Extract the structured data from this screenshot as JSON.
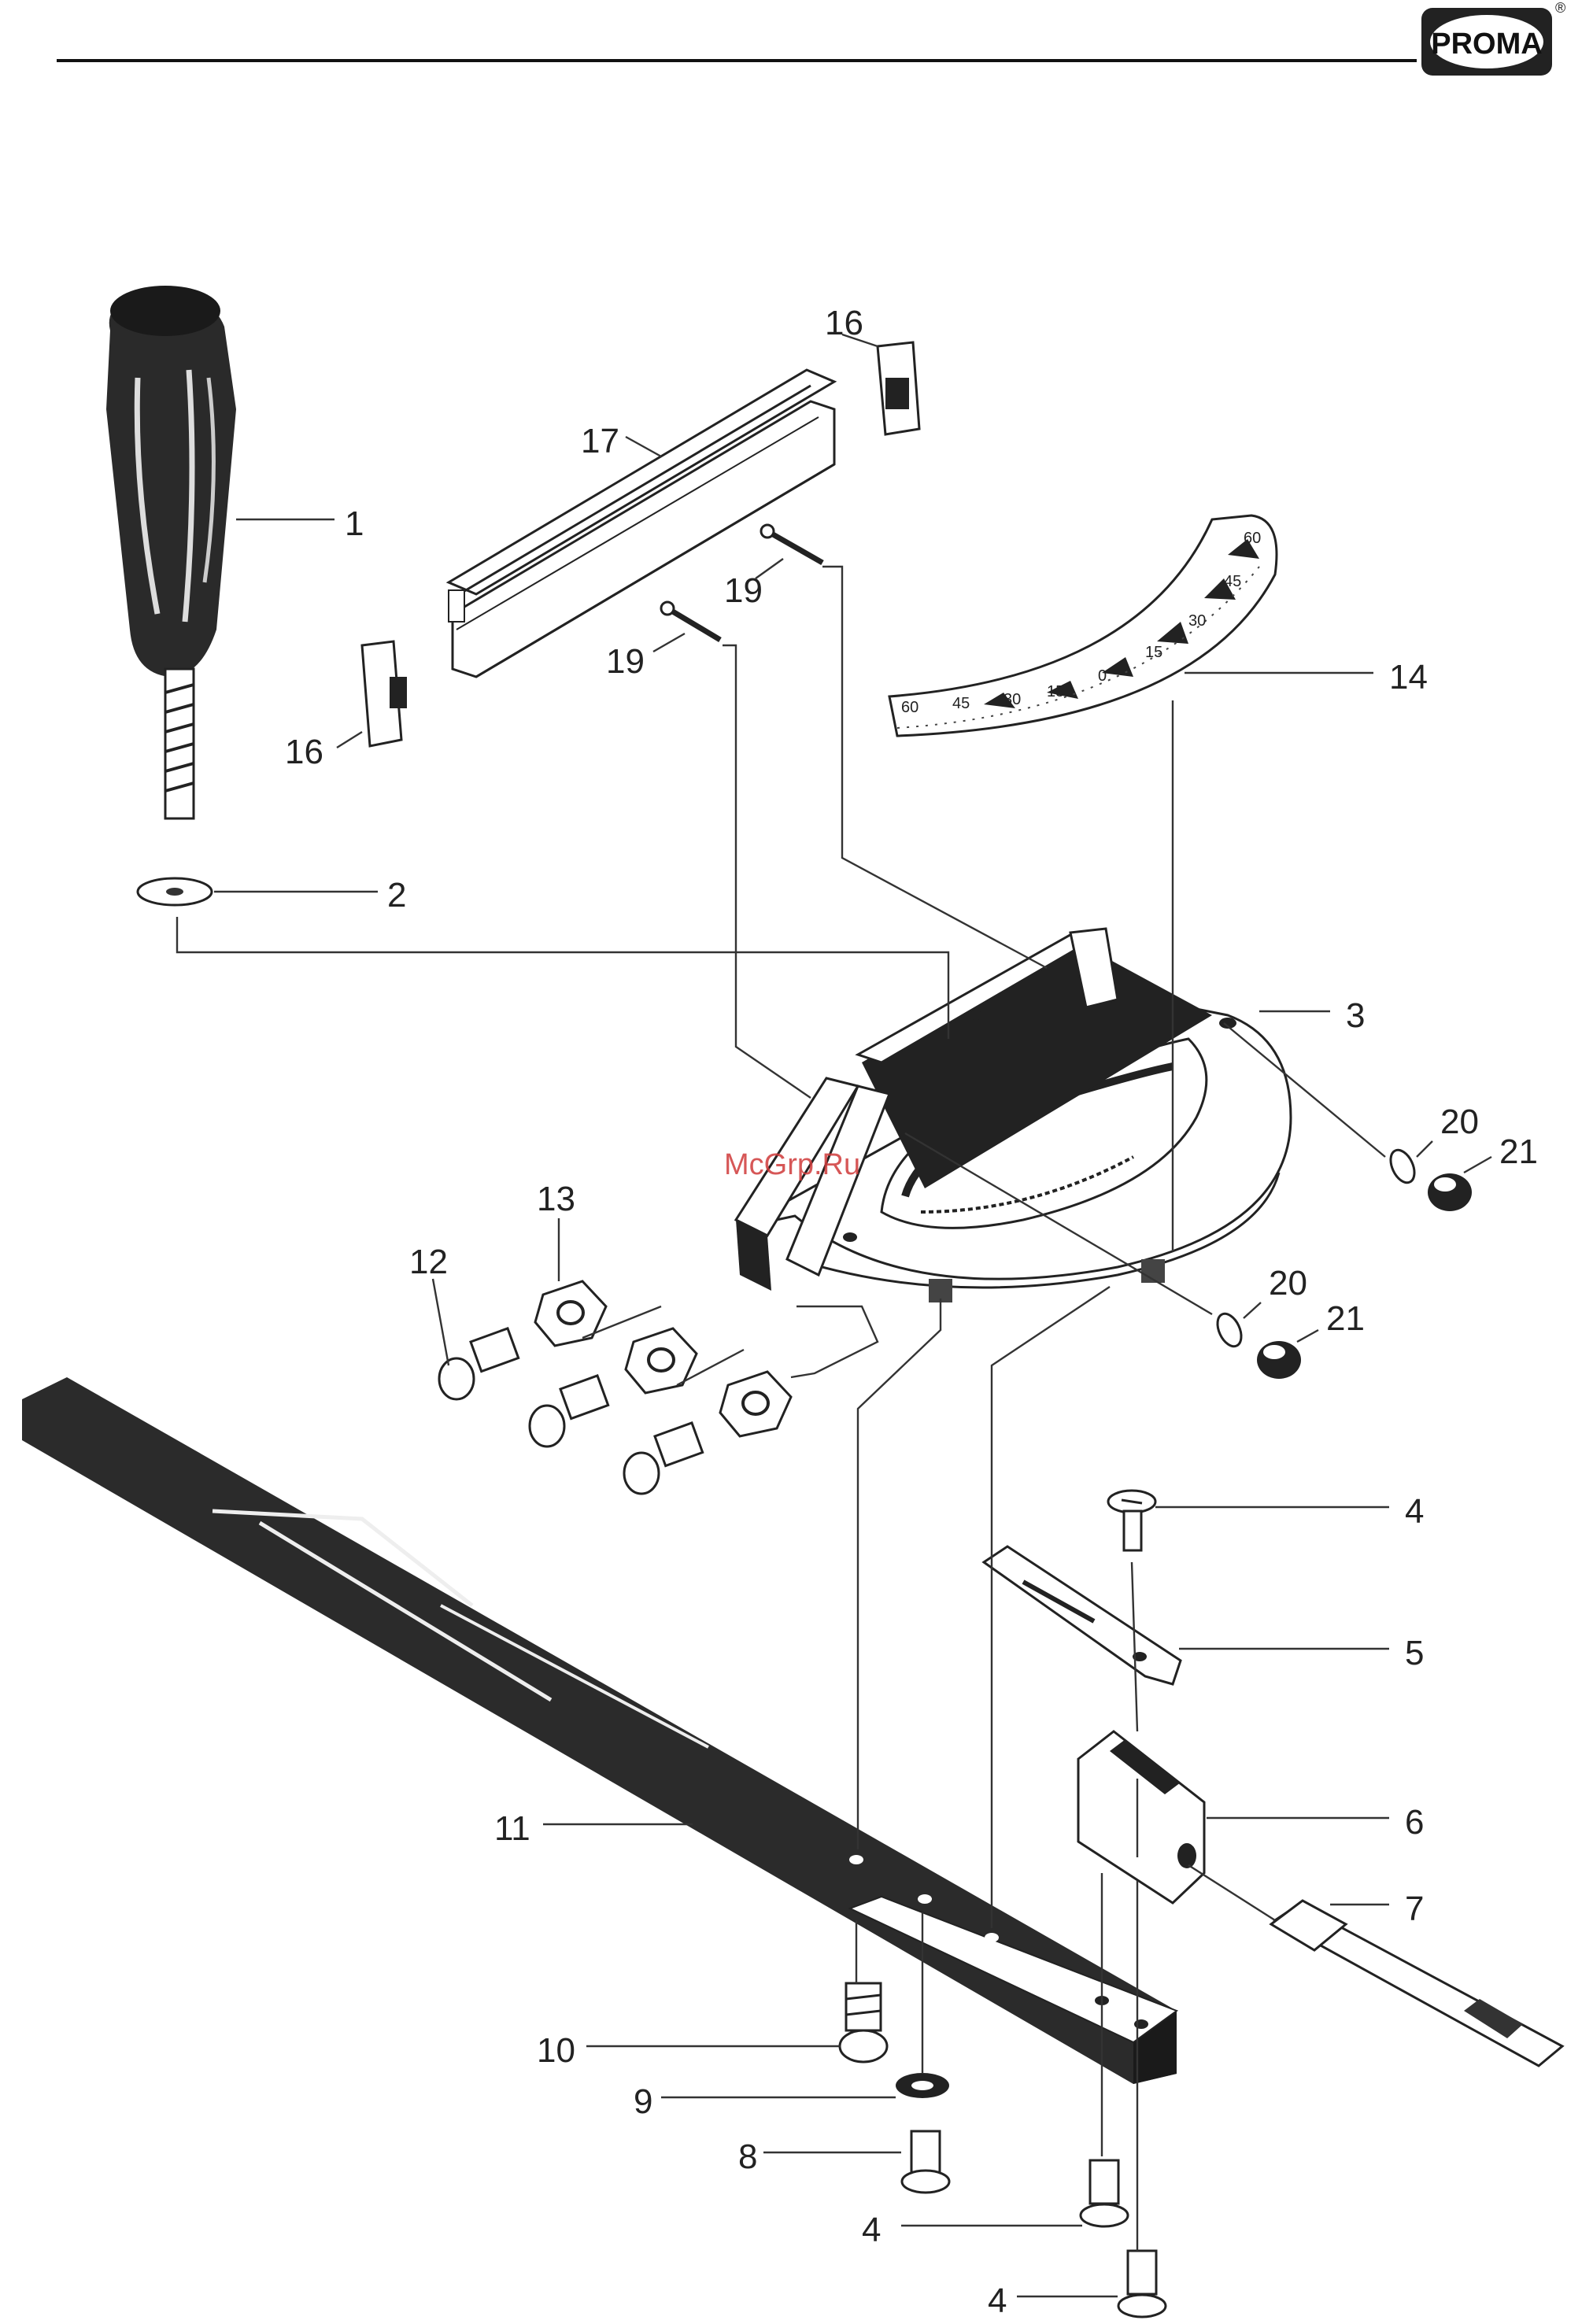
{
  "header": {
    "brand": "PROMA",
    "registered_mark": "®"
  },
  "watermark": "McGrp.Ru",
  "diagram": {
    "callouts": [
      {
        "id": "c1",
        "label": "1"
      },
      {
        "id": "c2",
        "label": "2"
      },
      {
        "id": "c3",
        "label": "3"
      },
      {
        "id": "c4a",
        "label": "4"
      },
      {
        "id": "c4b",
        "label": "4"
      },
      {
        "id": "c4c",
        "label": "4"
      },
      {
        "id": "c5",
        "label": "5"
      },
      {
        "id": "c6",
        "label": "6"
      },
      {
        "id": "c7",
        "label": "7"
      },
      {
        "id": "c8",
        "label": "8"
      },
      {
        "id": "c9",
        "label": "9"
      },
      {
        "id": "c10",
        "label": "10"
      },
      {
        "id": "c11",
        "label": "11"
      },
      {
        "id": "c12",
        "label": "12"
      },
      {
        "id": "c13",
        "label": "13"
      },
      {
        "id": "c14",
        "label": "14"
      },
      {
        "id": "c16a",
        "label": "16"
      },
      {
        "id": "c16b",
        "label": "16"
      },
      {
        "id": "c17",
        "label": "17"
      },
      {
        "id": "c19a",
        "label": "19"
      },
      {
        "id": "c19b",
        "label": "19"
      },
      {
        "id": "c20a",
        "label": "20"
      },
      {
        "id": "c20b",
        "label": "20"
      },
      {
        "id": "c21a",
        "label": "21"
      },
      {
        "id": "c21b",
        "label": "21"
      }
    ]
  },
  "scale": {
    "tick_labels": [
      "60",
      "45",
      "30",
      "15",
      "0",
      "15",
      "30",
      "45",
      "60"
    ]
  }
}
